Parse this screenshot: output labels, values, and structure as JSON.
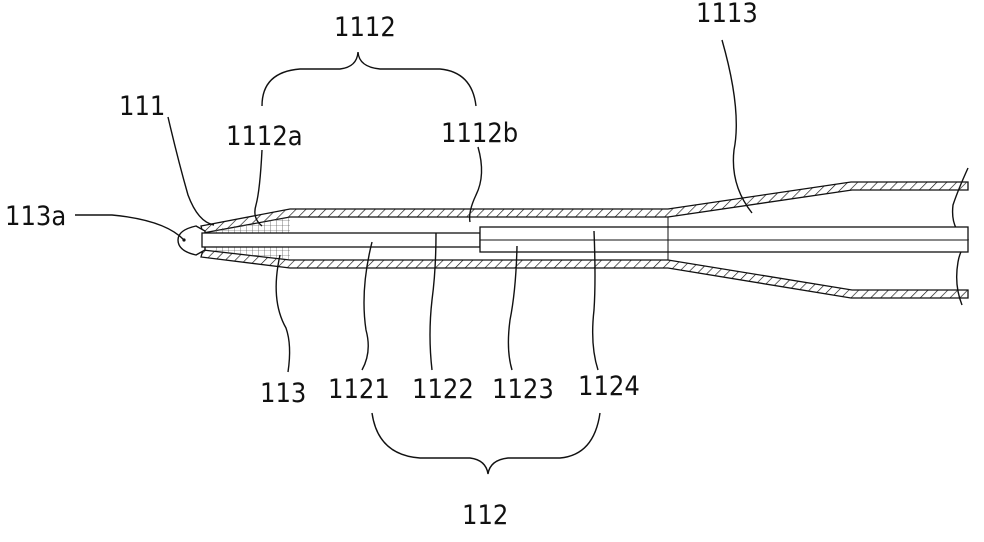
{
  "diagram": {
    "labels": {
      "l_1112": "1112",
      "l_1113": "1113",
      "l_111": "111",
      "l_1112a": "1112a",
      "l_1112b": "1112b",
      "l_113a": "113a",
      "l_113": "113",
      "l_1121": "1121",
      "l_1122": "1122",
      "l_1123": "1123",
      "l_1124": "1124",
      "l_112": "112"
    },
    "line_color": "#111111"
  }
}
